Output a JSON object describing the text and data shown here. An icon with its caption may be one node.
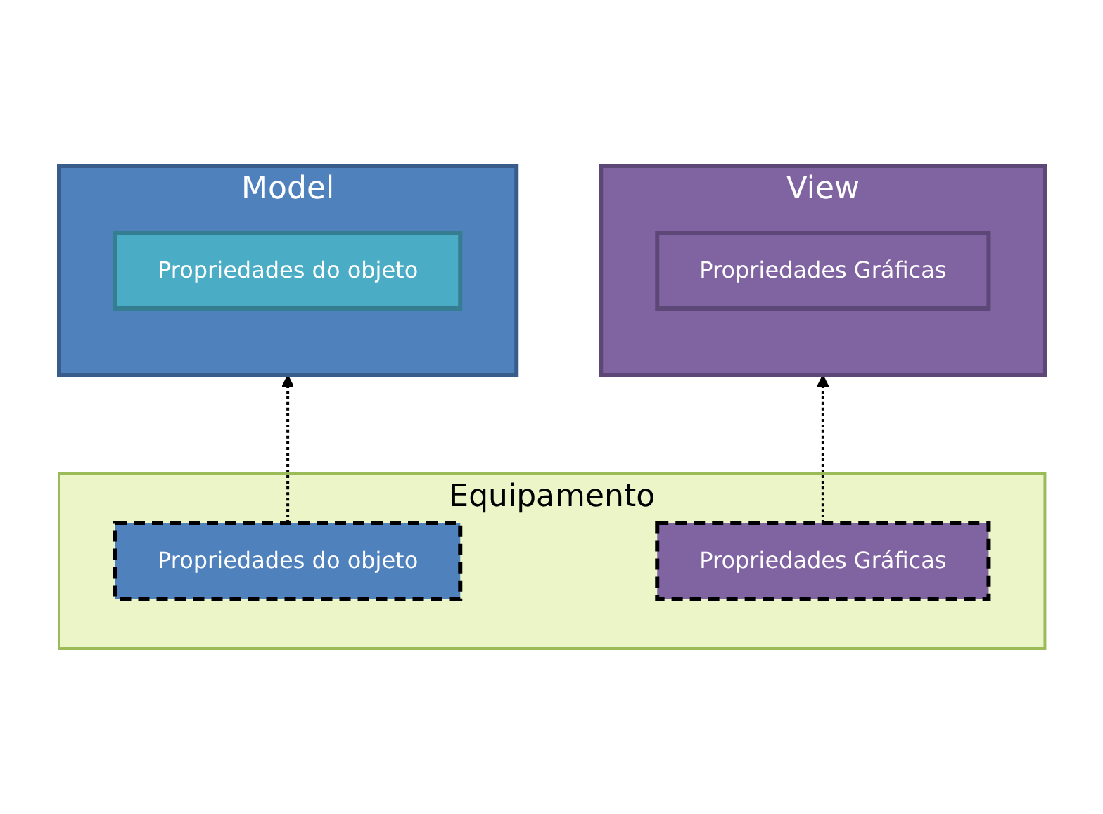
{
  "diagram": {
    "nodes": [
      {
        "text": [
          "Model"
        ]
      },
      {
        "text": [
          "Propriedades do objeto"
        ],
        "in": 0
      },
      {
        "text": [
          "View"
        ]
      },
      {
        "text": [
          "Propriedades Gráficas"
        ],
        "in": 2
      },
      {
        "text": [
          "Equipamento"
        ]
      },
      {
        "text": [
          "Propriedades do objeto"
        ],
        "in": 4
      },
      {
        "text": [
          "Propriedades Gráficas"
        ],
        "in": 4
      }
    ],
    "edges": [
      {
        "from": 5,
        "to": 0,
        "arrow": "to",
        "style": "dashed"
      },
      {
        "from": 6,
        "to": 2,
        "arrow": "to",
        "style": "dashed"
      }
    ]
  }
}
